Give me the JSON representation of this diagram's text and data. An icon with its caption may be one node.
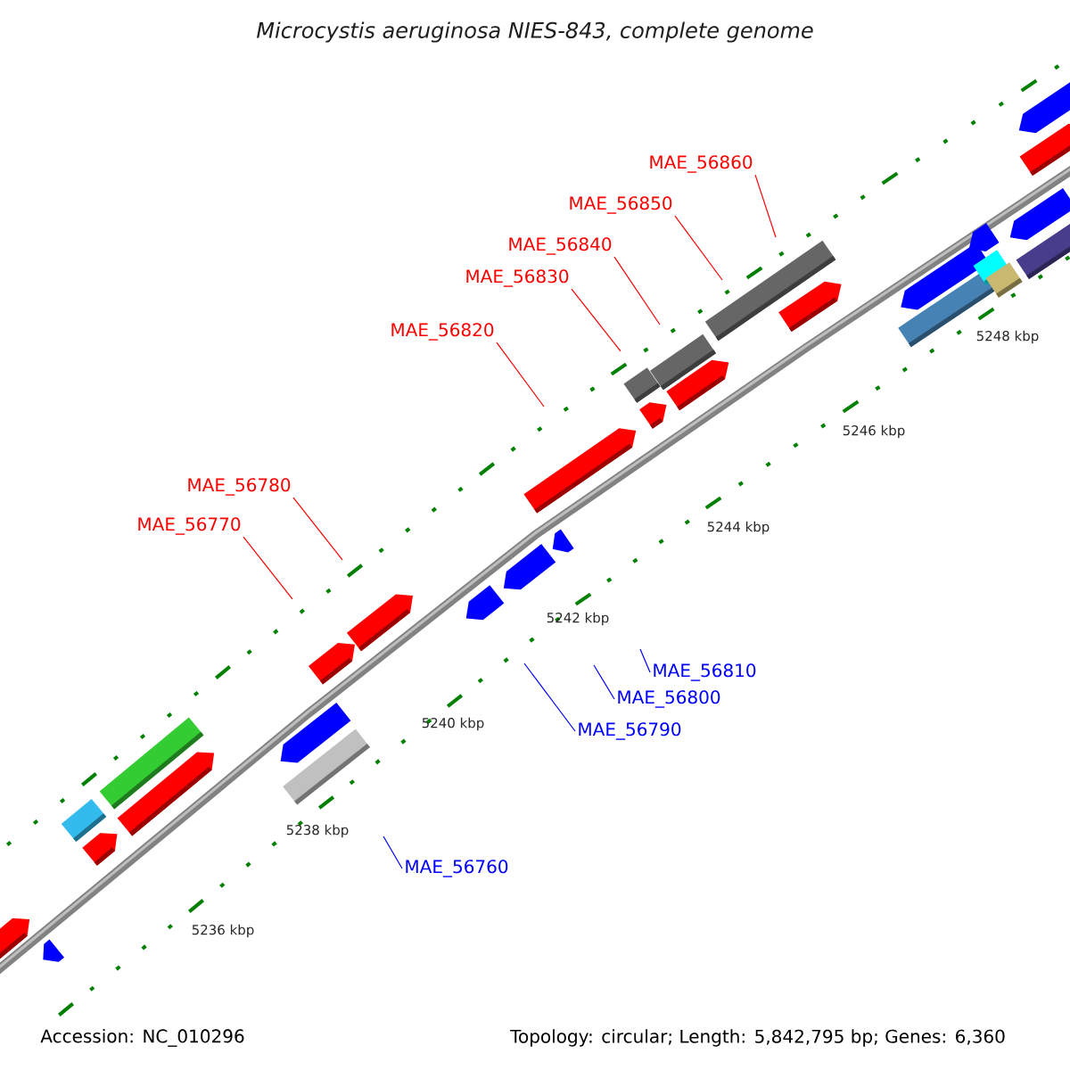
{
  "diagram": {
    "title": "Microcystis aeruginosa NIES-843, complete genome",
    "nodes": [
      {
        "text": [
          "MAE_56860"
        ]
      },
      {
        "text": [
          "MAE_56850"
        ]
      },
      {
        "text": [
          "MAE_56840"
        ]
      },
      {
        "text": [
          "MAE_56830"
        ]
      },
      {
        "text": [
          "MAE_56820"
        ]
      },
      {
        "text": [
          "MAE_56780"
        ]
      },
      {
        "text": [
          "MAE_56770"
        ]
      },
      {
        "text": [
          "MAE_56810"
        ]
      },
      {
        "text": [
          "MAE_56800"
        ]
      },
      {
        "text": [
          "MAE_56790"
        ]
      },
      {
        "text": [
          "MAE_56760"
        ]
      }
    ],
    "edges": [
      {
        "from": 0,
        "to": null,
        "arrow": "none"
      },
      {
        "from": 1,
        "to": null,
        "arrow": "none"
      },
      {
        "from": 2,
        "to": null,
        "arrow": "none"
      },
      {
        "from": 3,
        "to": null,
        "arrow": "none"
      },
      {
        "from": 4,
        "to": null,
        "arrow": "none"
      },
      {
        "from": 5,
        "to": null,
        "arrow": "none"
      },
      {
        "from": 6,
        "to": null,
        "arrow": "none"
      },
      {
        "from": 7,
        "to": null,
        "arrow": "none",
        "color": "#0000ff"
      },
      {
        "from": 8,
        "to": null,
        "arrow": "none",
        "color": "#0000ff"
      },
      {
        "from": 9,
        "to": null,
        "arrow": "none",
        "color": "#0000ff"
      },
      {
        "from": 10,
        "to": null,
        "arrow": "none",
        "color": "#0000ff"
      }
    ],
    "labels": [
      "5248 kbp",
      "5246 kbp",
      "5244 kbp",
      "5242 kbp",
      "5240 kbp",
      "5238 kbp",
      "5236 kbp",
      "Accession: NC_010296",
      "Topology: circular; Length: 5,842,795 bp; Genes: 6,360"
    ]
  }
}
